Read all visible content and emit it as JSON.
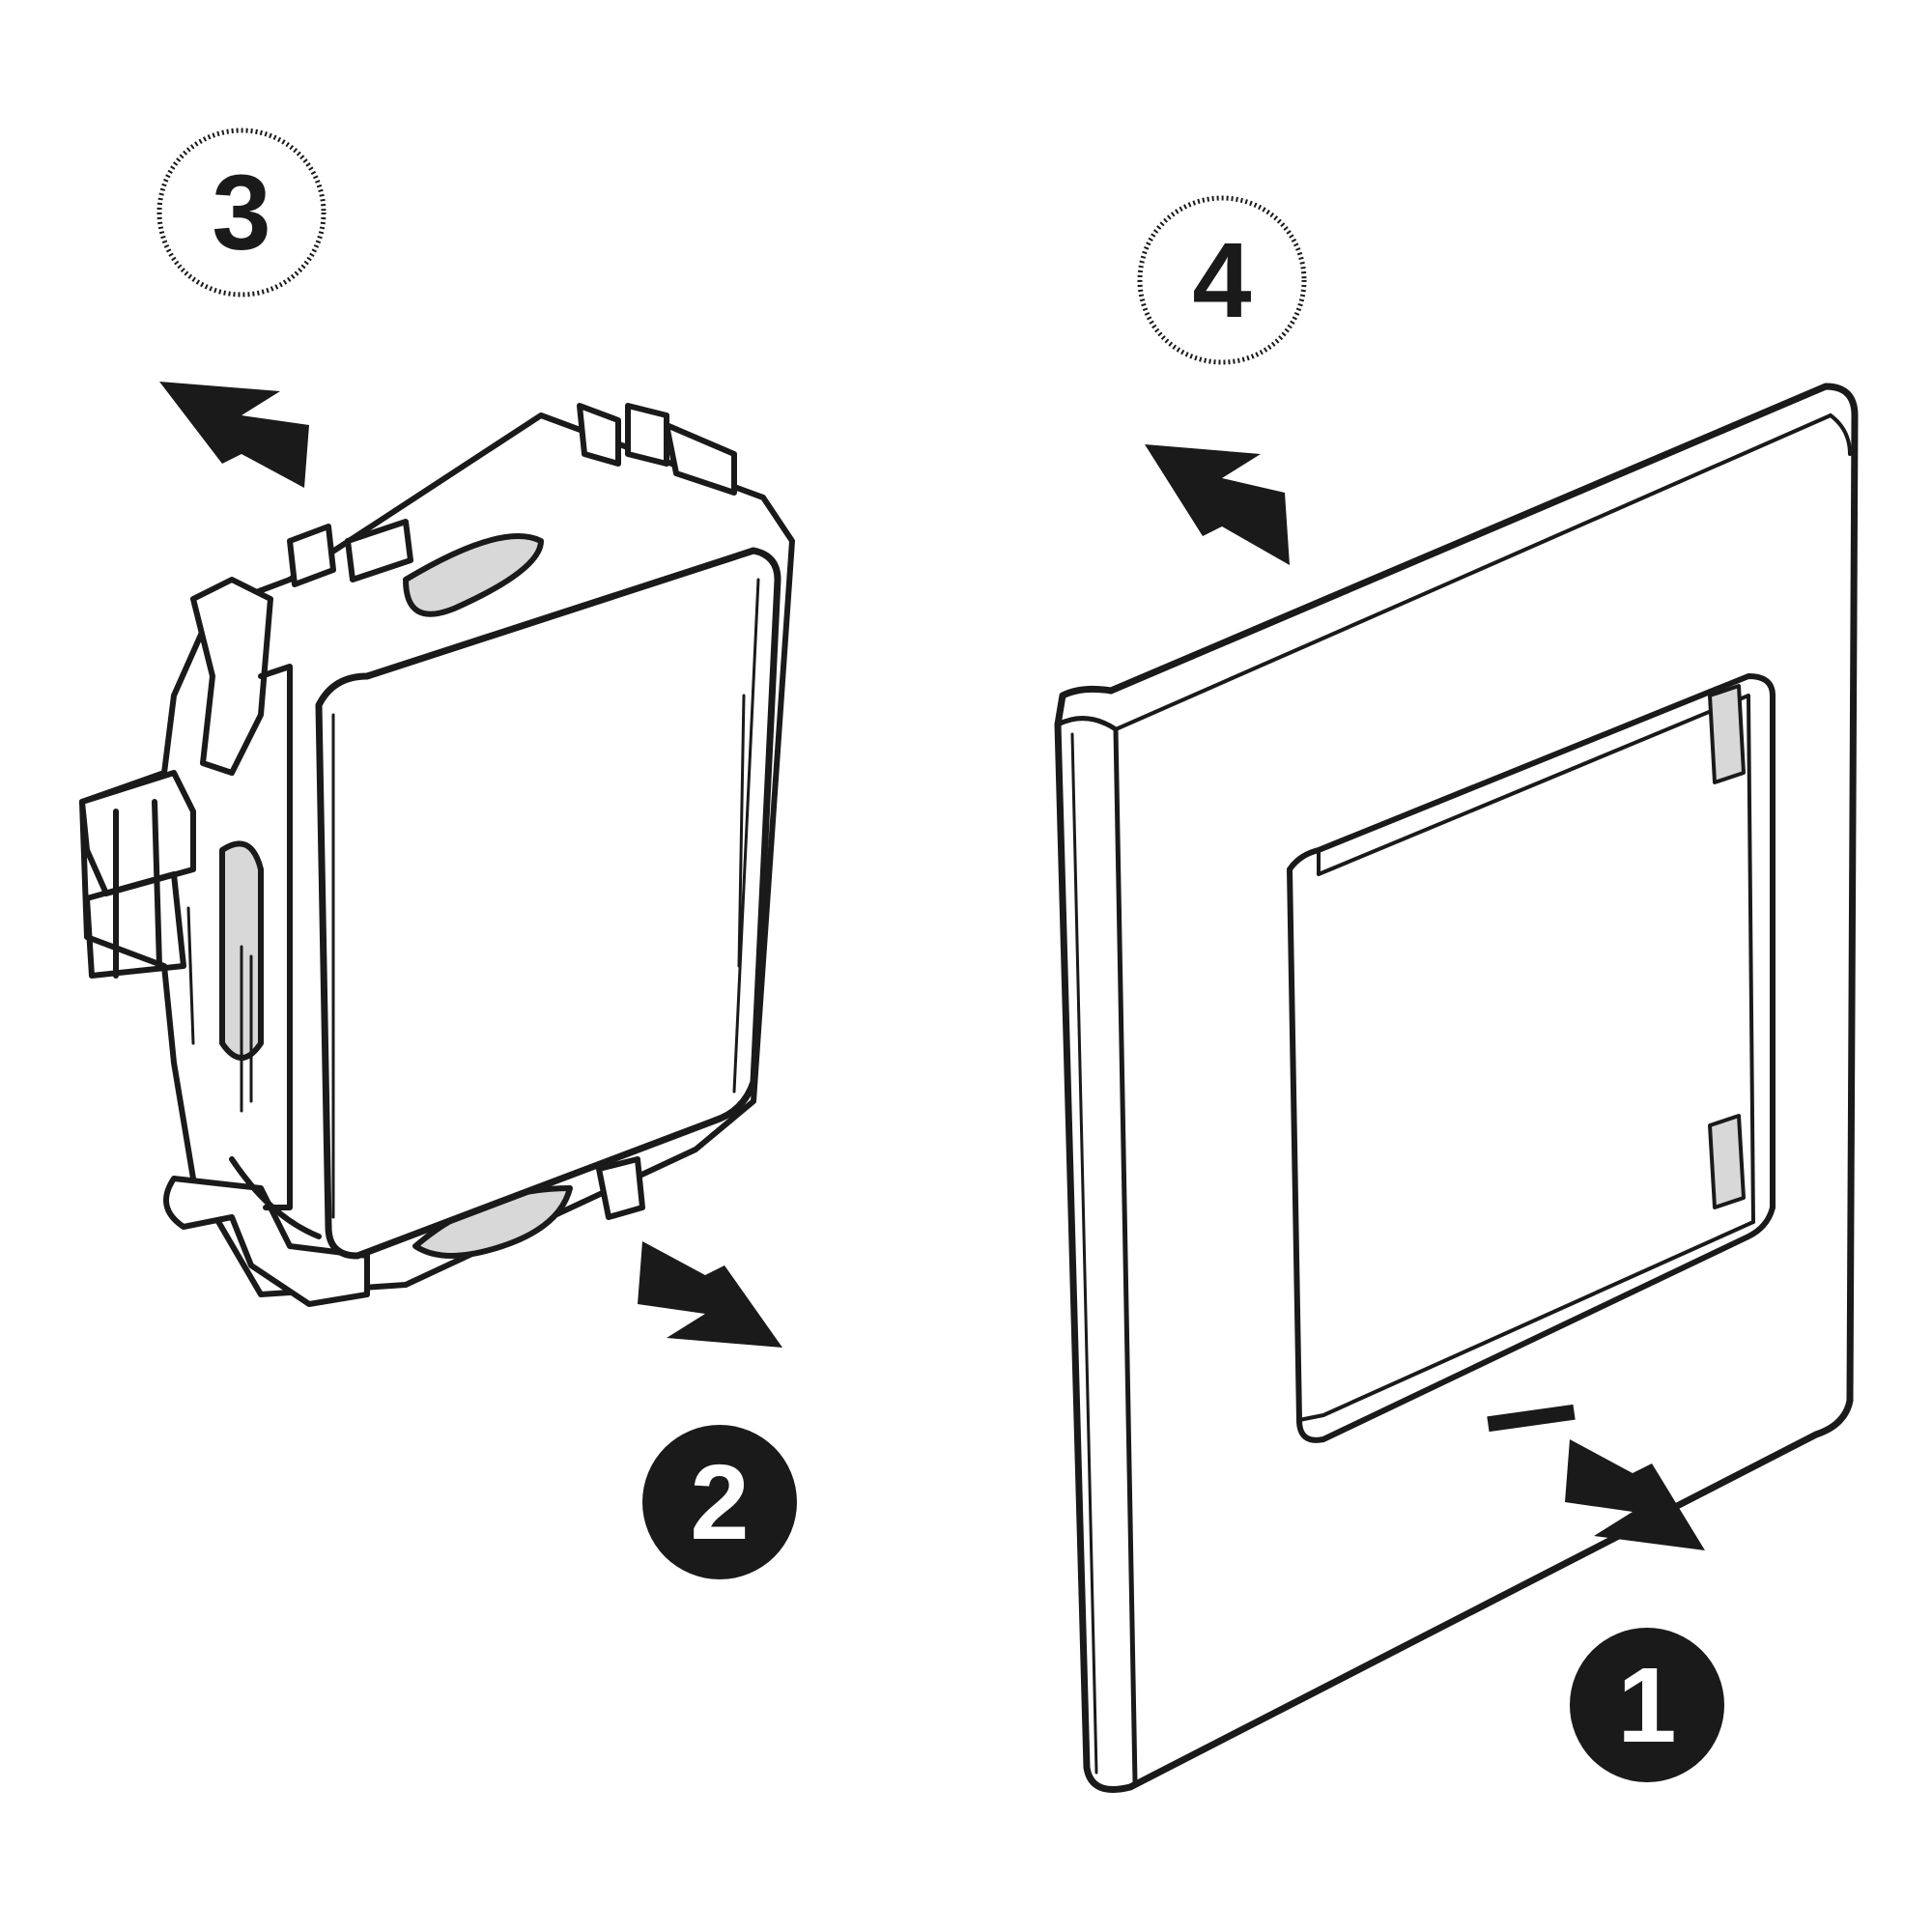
{
  "steps": [
    {
      "number": "1",
      "style": "filled"
    },
    {
      "number": "2",
      "style": "filled"
    },
    {
      "number": "3",
      "style": "outline"
    },
    {
      "number": "4",
      "style": "outline"
    }
  ],
  "colors": {
    "ink": "#1a1a1a",
    "paper": "#ffffff",
    "shade": "#d8d8d8"
  }
}
